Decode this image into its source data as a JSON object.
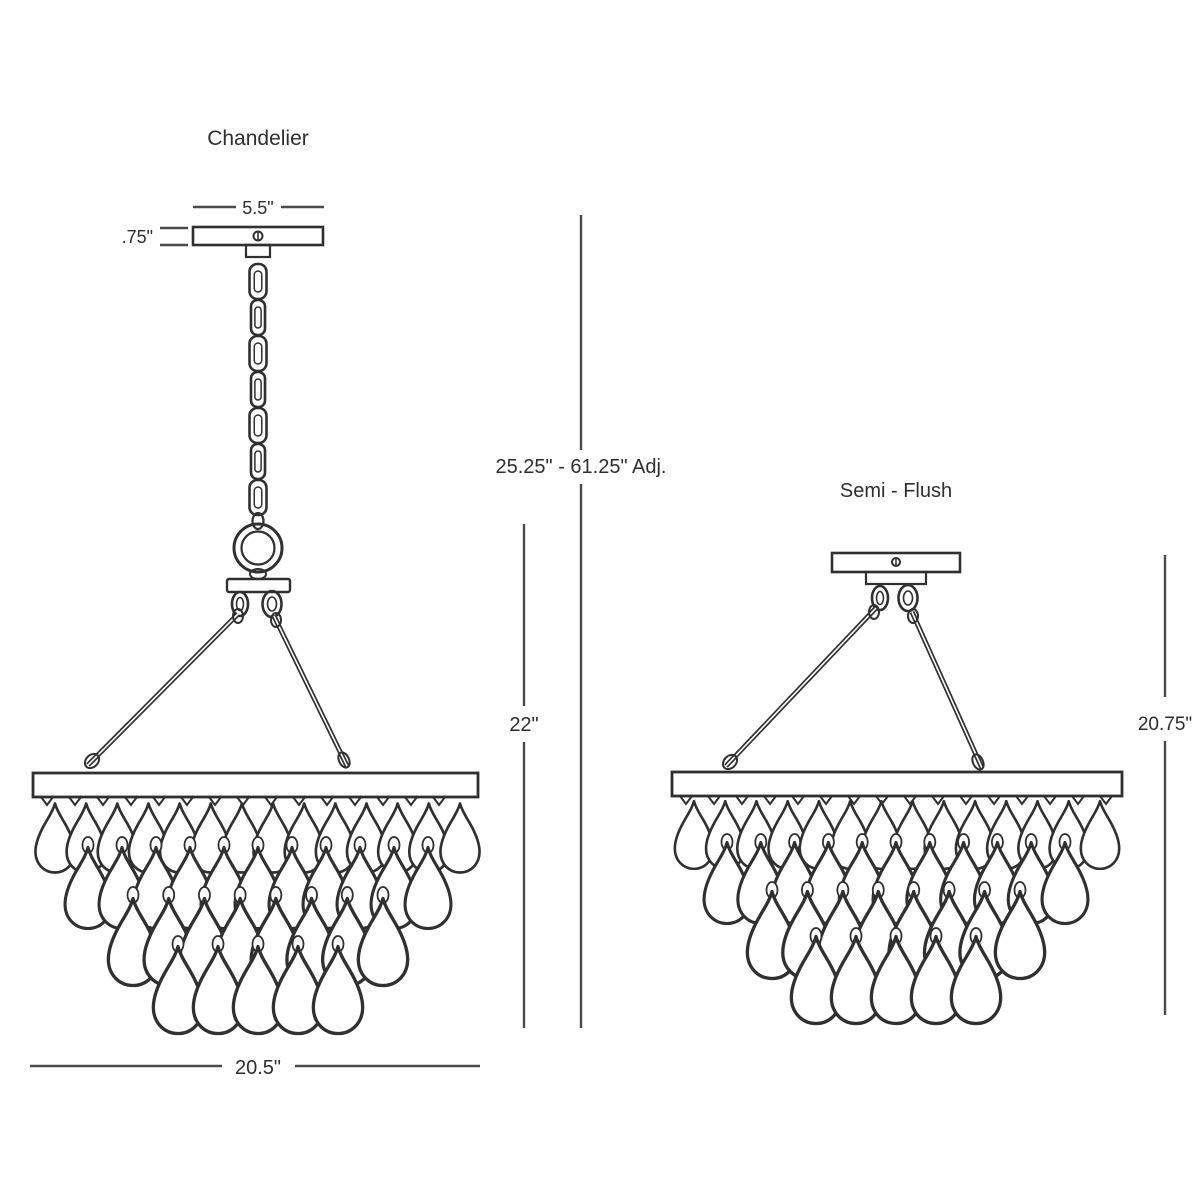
{
  "diagram": {
    "left": {
      "title": "Chandelier",
      "dims": {
        "canopy_width": "5.5\"",
        "canopy_height": ".75\"",
        "overall_height": "25.25\" - 61.25\" Adj.",
        "body_height": "22\"",
        "body_width": "20.5\""
      }
    },
    "right": {
      "title": "Semi - Flush",
      "dims": {
        "body_height": "20.75\""
      }
    },
    "colors": {
      "background": "#ffffff",
      "line": "#4a4a4a",
      "artwork": "#303030",
      "text": "#2e2e2e"
    }
  }
}
